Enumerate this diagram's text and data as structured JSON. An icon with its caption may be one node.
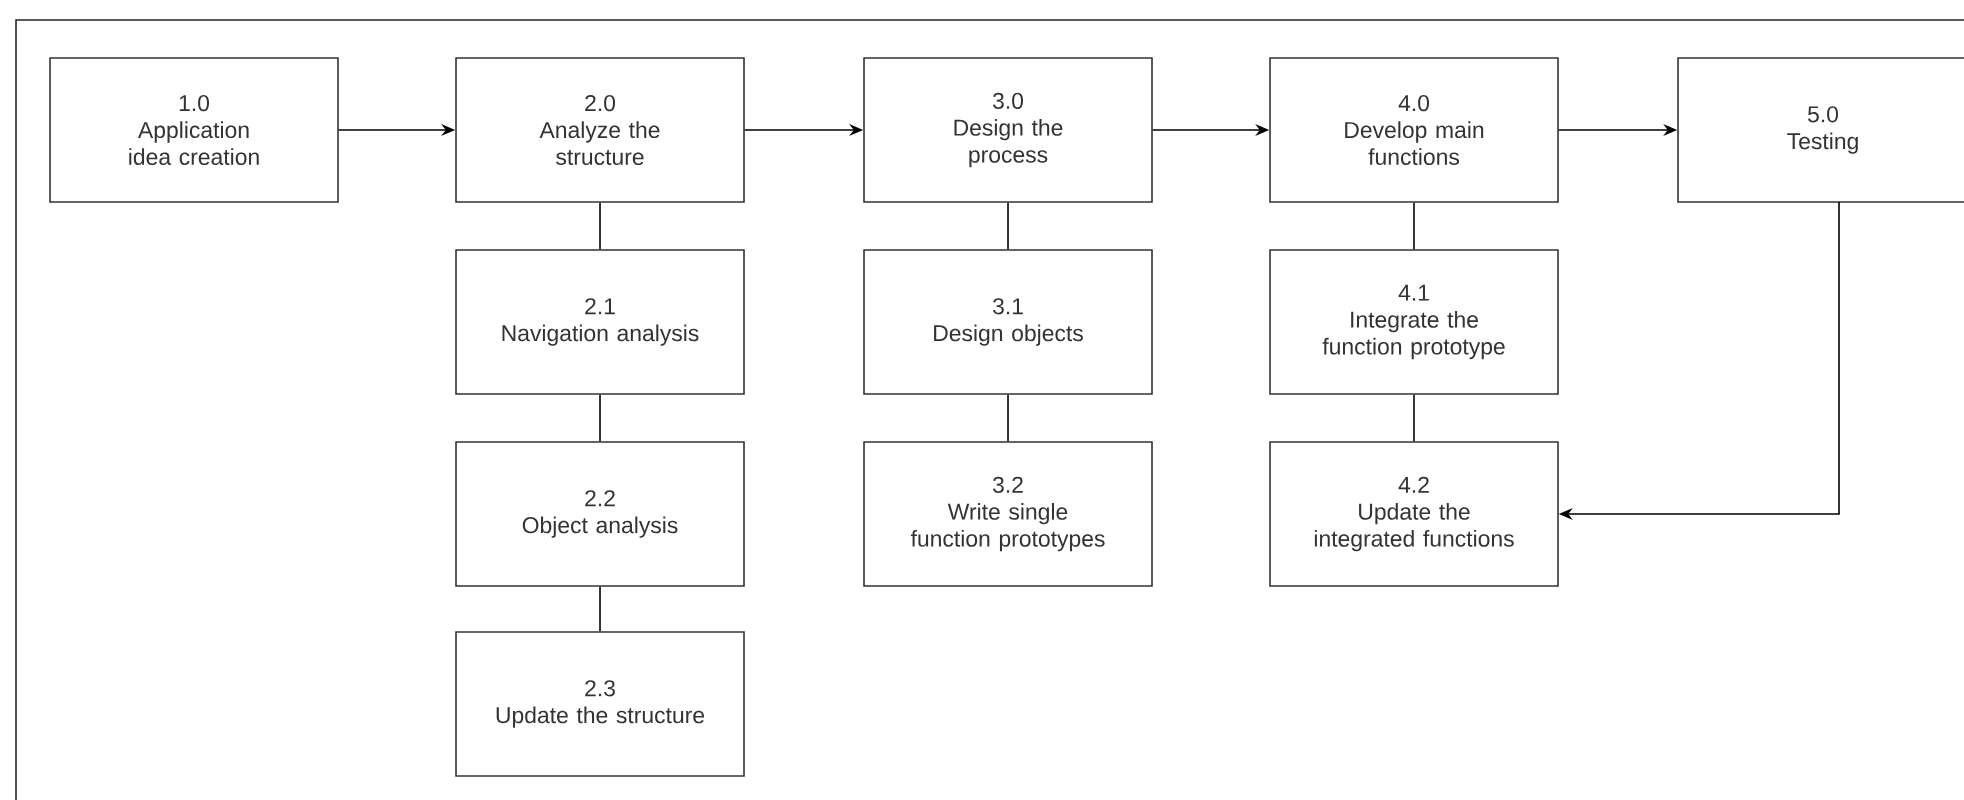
{
  "diagram": {
    "nodes": [
      {
        "text": [
          "1.0",
          "Application idea creation"
        ]
      },
      {
        "text": [
          "2.0",
          "Analyze the structure"
        ]
      },
      {
        "text": [
          "2.1",
          "Navigation analysis"
        ]
      },
      {
        "text": [
          "2.2",
          "Object analysis"
        ]
      },
      {
        "text": [
          "2.3",
          "Update the structure"
        ]
      },
      {
        "text": [
          "3.0",
          "Design the process"
        ]
      },
      {
        "text": [
          "3.1",
          "Design objects"
        ]
      },
      {
        "text": [
          "3.2",
          "Write single function prototypes"
        ]
      },
      {
        "text": [
          "4.0",
          "Develop main functions"
        ]
      },
      {
        "text": [
          "4.1",
          "Integrate the function prototype"
        ]
      },
      {
        "text": [
          "4.2",
          "Update the integrated functions"
        ]
      },
      {
        "text": [
          "5.0",
          "Testing"
        ]
      }
    ],
    "edges": [
      {
        "from": 0,
        "to": 1,
        "arrow": "to"
      },
      {
        "from": 1,
        "to": 5,
        "arrow": "to"
      },
      {
        "from": 5,
        "to": 8,
        "arrow": "to"
      },
      {
        "from": 8,
        "to": 11,
        "arrow": "to"
      },
      {
        "from": 1,
        "to": 2,
        "arrow": "none"
      },
      {
        "from": 2,
        "to": 3,
        "arrow": "none"
      },
      {
        "from": 3,
        "to": 4,
        "arrow": "none"
      },
      {
        "from": 5,
        "to": 6,
        "arrow": "none"
      },
      {
        "from": 6,
        "to": 7,
        "arrow": "none"
      },
      {
        "from": 8,
        "to": 9,
        "arrow": "none"
      },
      {
        "from": 9,
        "to": 10,
        "arrow": "none"
      },
      {
        "from": 11,
        "to": 10,
        "arrow": "to"
      }
    ]
  }
}
